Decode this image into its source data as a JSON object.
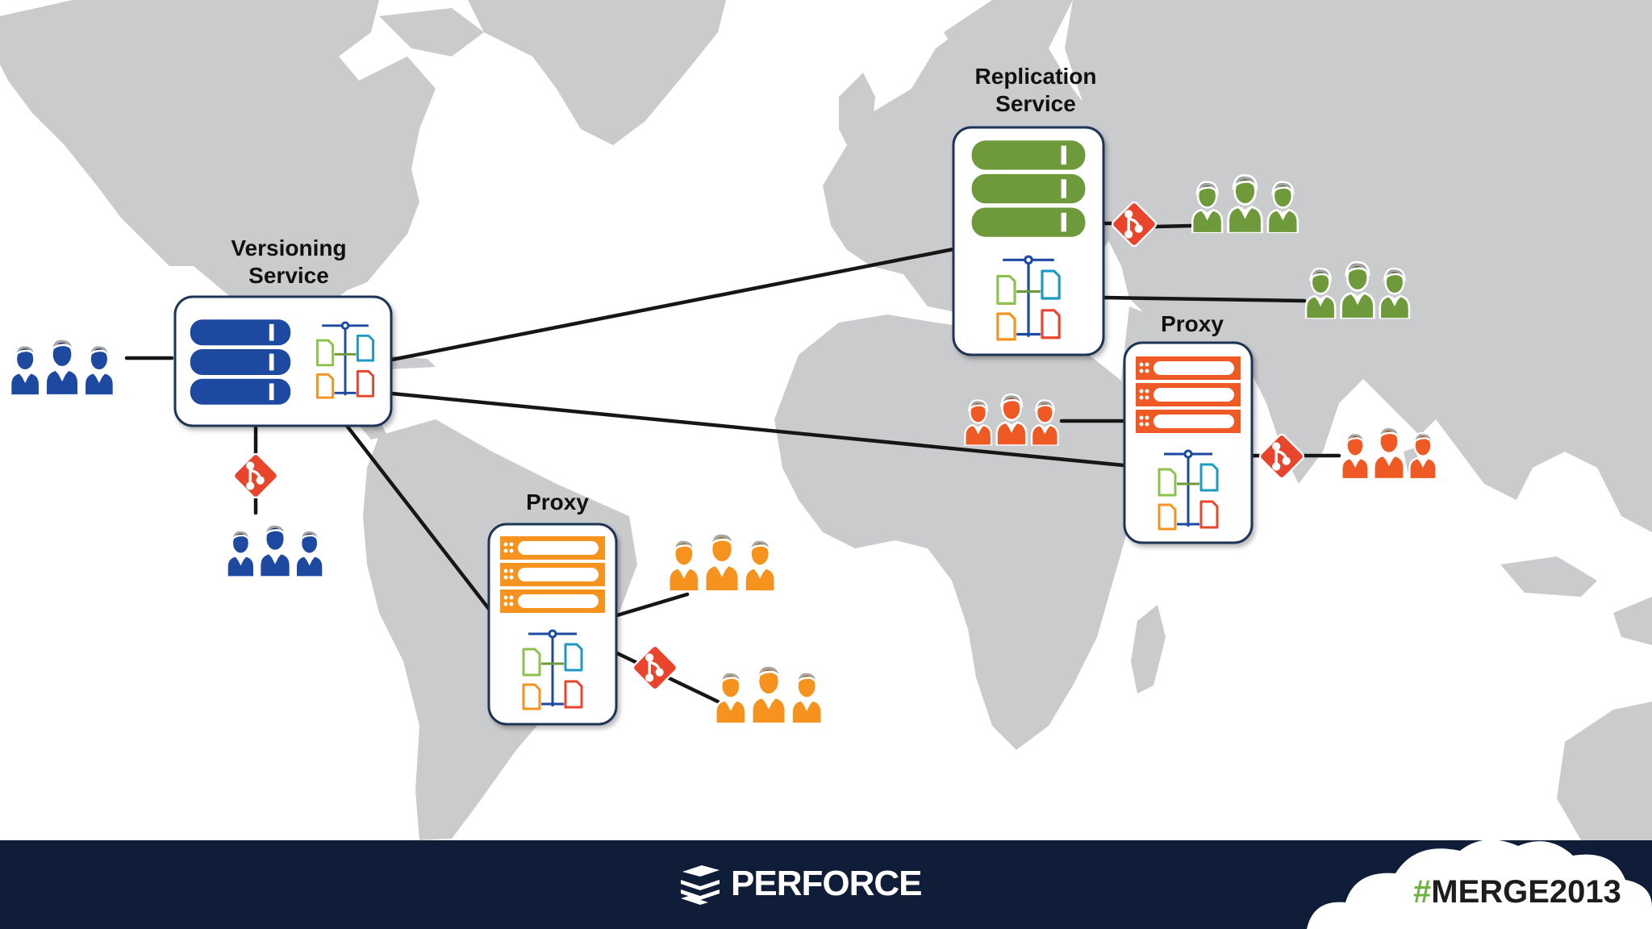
{
  "diagram": {
    "versioning_title_line1": "Versioning",
    "versioning_title_line2": "Service",
    "replication_title_line1": "Replication",
    "replication_title_line2": "Service",
    "proxy_east_title": "Proxy",
    "proxy_south_title": "Proxy"
  },
  "colors": {
    "versioning": "#1d4aa0",
    "replication": "#6f9a3c",
    "proxy_east": "#ef5a24",
    "proxy_south": "#f6921e",
    "git_badge": "#e8452c",
    "map": "#cacbcd",
    "footer": "#0f1d38",
    "hashtag_accent": "#6db33f"
  },
  "icons": {
    "user_group": "user-group-icon",
    "git_badge": "git-branch-icon",
    "database": "database-icon",
    "server_rack": "server-rack-icon",
    "branch_files": "branch-files-icon"
  },
  "footer": {
    "brand": "PERFORCE",
    "hashtag_symbol": "#",
    "hashtag_text": "MERGE2013"
  }
}
